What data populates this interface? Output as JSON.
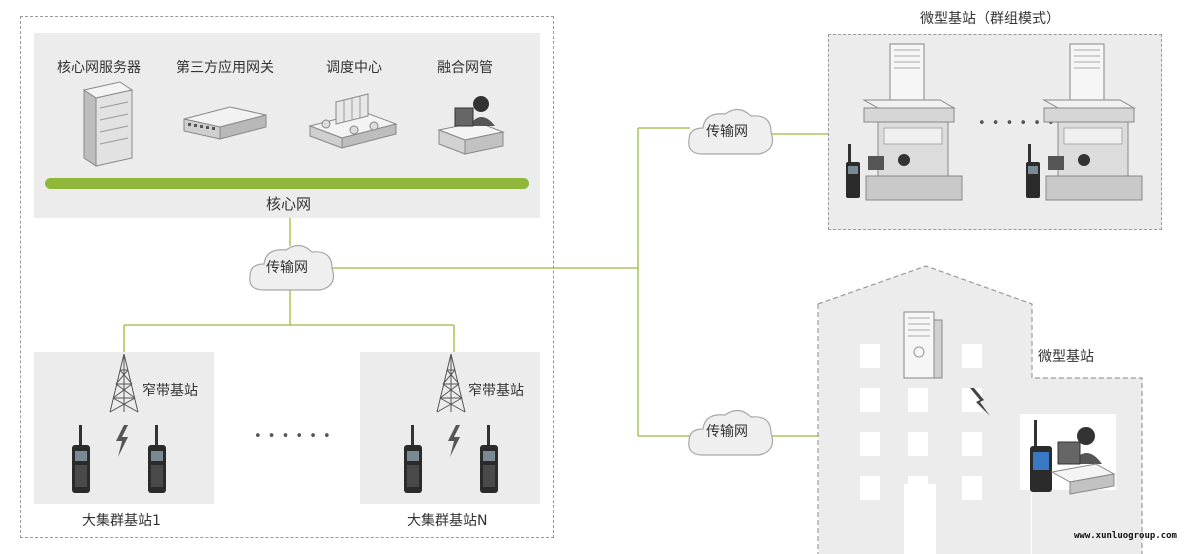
{
  "core_panel": {
    "items": [
      {
        "label": "核心网服务器",
        "icon": "server-rack-icon"
      },
      {
        "label": "第三方应用网关",
        "icon": "gateway-device-icon"
      },
      {
        "label": "调度中心",
        "icon": "dispatch-center-icon"
      },
      {
        "label": "融合网管",
        "icon": "operator-workstation-icon"
      }
    ],
    "bar_label": "核心网"
  },
  "transport": {
    "cloud_left": "传输网",
    "cloud_top_right": "传输网",
    "cloud_bottom_right": "传输网"
  },
  "narrowband": {
    "left_tower_label": "窄带基站",
    "right_tower_label": "窄带基站",
    "left_site_label": "大集群基站1",
    "right_site_label": "大集群基站N",
    "ellipsis": "• • • • • •"
  },
  "micro_group": {
    "title": "微型基站（群组模式）",
    "ellipsis": "• • • • • •"
  },
  "micro_building": {
    "label": "微型基站"
  },
  "watermark": "www.xunluogroup.com",
  "colors": {
    "link_line": "#9cba3c",
    "core_bar": "#8fb83a",
    "panel_bg": "#ececec",
    "dashed_border": "#9a9a9a"
  }
}
